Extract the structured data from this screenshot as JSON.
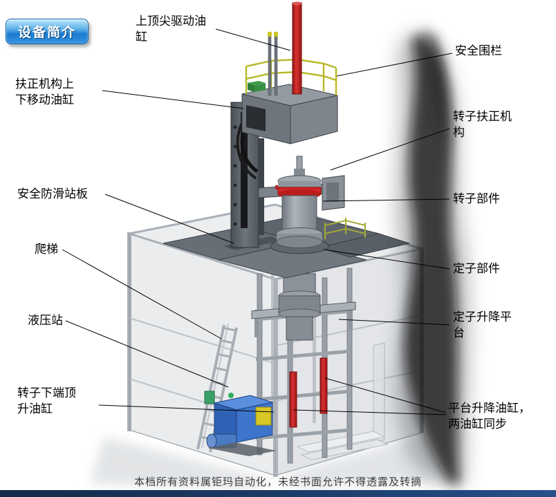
{
  "header": {
    "badge_label": "设备简介"
  },
  "callouts": {
    "top_drive_cylinder": "上顶尖驱动油缸",
    "safety_fence": "安全围栏",
    "centering_lift_cylinder": "扶正机构上下移动油缸",
    "rotor_centering_mechanism": "转子扶正机构",
    "anti_slip_platform": "安全防滑站板",
    "rotor_component": "转子部件",
    "ladder": "爬梯",
    "stator_component": "定子部件",
    "hydraulic_station": "液压站",
    "stator_lift_platform": "定子升降平台",
    "rotor_bottom_jack_cylinder": "转子下端顶升油缸",
    "platform_lift_cylinders": "平台升降油缸，两油缸同步"
  },
  "footer": {
    "watermark": "本档所有资料属钜玛自动化，未经书面允许不得透露及转摘"
  },
  "colors": {
    "badge_blue": "#1a7ad0",
    "badge_blue_light": "#bfe7fc",
    "bottom_bar_navy": "#1d3c69",
    "cylinder_red": "#c42020",
    "railing_yellow": "#b9b92c",
    "hydraulic_blue": "#3a72c8",
    "steel_gray": "#6b7178",
    "deck_gray": "#646b73"
  }
}
